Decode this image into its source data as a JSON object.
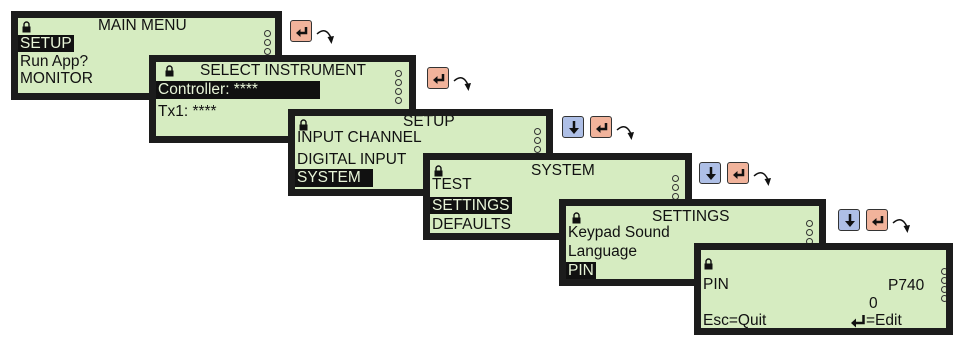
{
  "screens": {
    "main_menu": {
      "title": "MAIN MENU",
      "items": [
        "SETUP",
        "Run App?",
        "MONITOR"
      ]
    },
    "select_instrument": {
      "title": "SELECT INSTRUMENT",
      "items": [
        "Controller: ****",
        "Tx1: ****"
      ]
    },
    "setup": {
      "title": "SETUP",
      "items": [
        "INPUT CHANNEL",
        "DIGITAL INPUT",
        "SYSTEM"
      ]
    },
    "system": {
      "title": "SYSTEM",
      "items": [
        "TEST",
        "SETTINGS",
        "DEFAULTS"
      ]
    },
    "settings": {
      "title": "SETTINGS",
      "items": [
        "Keypad Sound",
        "Language",
        "PIN"
      ]
    },
    "pin": {
      "label": "PIN",
      "code": "P740",
      "value": "0",
      "esc": "Esc=Quit",
      "edit": "=Edit"
    }
  },
  "keys": {
    "enter": "enter-key-icon",
    "down": "down-arrow-key-icon",
    "arrow": "curved-arrow-icon"
  },
  "colors": {
    "lcd_background": "#d6ecc1",
    "bezel": "#1c1c1c",
    "enter_key": "#f1b39b",
    "down_key": "#aebfe6"
  }
}
